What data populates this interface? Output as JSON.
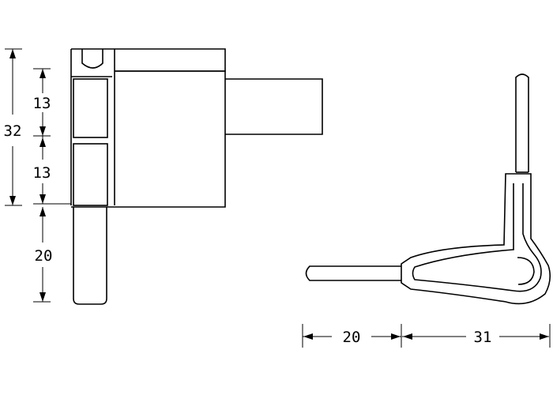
{
  "dimensions": {
    "total_height": "32",
    "upper_cell": "13",
    "lower_cell": "13",
    "stem_length": "20",
    "right_short": "20",
    "right_long": "31"
  },
  "colors": {
    "line": "#000000",
    "background": "#ffffff"
  }
}
